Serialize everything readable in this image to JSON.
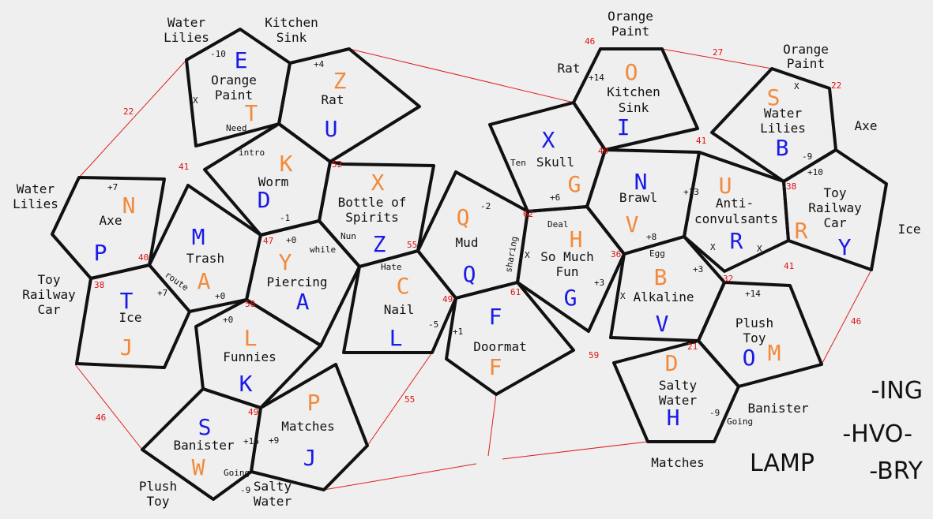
{
  "colors": {
    "blue": "#1a1ae6",
    "orange": "#f28a3c",
    "red": "#e01010",
    "ink": "#111111"
  },
  "outer_words": {
    "water_lilies_tl": [
      "Water",
      "Lilies"
    ],
    "kitchen_sink_top": [
      "Kitchen",
      "Sink"
    ],
    "water_lilies_left": [
      "Water",
      "Lilies"
    ],
    "toy_railway_car_left": [
      "Toy",
      "Railway",
      "Car"
    ],
    "plush_toy_bottom": [
      "Plush",
      "Toy"
    ],
    "salty_water_bottom": [
      "Salty",
      "Water"
    ],
    "orange_paint_top": [
      "Orange",
      "Paint"
    ],
    "orange_paint_right": [
      "Orange",
      "Paint"
    ],
    "rat_outer": "Rat",
    "axe_outer": "Axe",
    "ice_outer": "Ice",
    "banister_outer": "Banister",
    "matches_outer": "Matches"
  },
  "tiles": {
    "t1": {
      "words": [
        "Orange",
        "Paint"
      ],
      "blue": "E",
      "orange": "T"
    },
    "t2": {
      "words": [
        "Rat"
      ],
      "blue": "U",
      "orange": "Z"
    },
    "t3": {
      "words": [
        "Worm"
      ],
      "blue": "D",
      "orange": "K"
    },
    "t4": {
      "words": [
        "Axe"
      ],
      "blue": "P",
      "orange": "N"
    },
    "t5": {
      "words": [
        "Trash"
      ],
      "blue": "M",
      "orange": "A"
    },
    "t6": {
      "words": [
        "Ice"
      ],
      "blue": "T",
      "orange": "J"
    },
    "t7": {
      "words": [
        "Piercing"
      ],
      "blue": "A",
      "orange": "Y"
    },
    "t8": {
      "words": [
        "Bottle of",
        "Spirits"
      ],
      "blue": "Z",
      "orange": "X"
    },
    "t9": {
      "words": [
        "Nail"
      ],
      "blue": "L",
      "orange": "C"
    },
    "t10": {
      "words": [
        "Funnies"
      ],
      "blue": "K",
      "orange": "L"
    },
    "t11": {
      "words": [
        "Banister"
      ],
      "blue": "S",
      "orange": "W"
    },
    "t12": {
      "words": [
        "Matches"
      ],
      "blue": "J",
      "orange": "P"
    },
    "t13": {
      "words": [
        "Mud"
      ],
      "blue": "Q",
      "orange": "Q"
    },
    "t14": {
      "words": [
        "Doormat"
      ],
      "blue": "F",
      "orange": "F"
    },
    "t15": {
      "words": [
        "Skull"
      ],
      "blue": "X",
      "orange": "G"
    },
    "t16": {
      "words": [
        "Kitchen",
        "Sink"
      ],
      "blue": "I",
      "orange": "O"
    },
    "t17": {
      "words": [
        "So Much",
        "Fun"
      ],
      "blue": "G",
      "orange": "H"
    },
    "t18": {
      "words": [
        "Brawl"
      ],
      "blue": "N",
      "orange": "V"
    },
    "t19": {
      "words": [
        "Anti-",
        "convulsants"
      ],
      "blue": "R",
      "orange": "U"
    },
    "t20": {
      "words": [
        "Water",
        "Lilies"
      ],
      "blue": "B",
      "orange": "S"
    },
    "t21": {
      "words": [
        "Toy",
        "Railway",
        "Car"
      ],
      "blue": "Y",
      "orange": "R"
    },
    "t22": {
      "words": [
        "Alkaline"
      ],
      "blue": "V",
      "orange": "B"
    },
    "t23": {
      "words": [
        "Plush",
        "Toy"
      ],
      "blue": "O",
      "orange": "M"
    },
    "t24": {
      "words": [
        "Salty",
        "Water"
      ],
      "blue": "H",
      "orange": "D"
    }
  },
  "edge_tags": {
    "minus10": "-10",
    "x_t1": "X",
    "need": "Need",
    "plus4": "+4",
    "intro": "intro",
    "minus1": "-1",
    "plus0_a": "+0",
    "nun": "Nun",
    "while": "while",
    "hate": "Hate",
    "plus7_a": "+7",
    "plus7_b": "+7",
    "route": "route",
    "plus0_b": "+0",
    "plus0_c": "+0",
    "plus16": "+16",
    "plus9": "+9",
    "going_a": "Going",
    "minus9_a": "-9",
    "minus2": "-2",
    "sharing": "sharing",
    "x_mud": "X",
    "minus5": "-5",
    "plus1": "+1",
    "ten": "Ten",
    "plus6": "+6",
    "plus14_a": "+14",
    "deal": "Deal",
    "plus3_a": "+3",
    "x_brawl": "X",
    "plus13": "+13",
    "plus8": "+8",
    "egg": "Egg",
    "x_anti1": "X",
    "x_anti2": "X",
    "x_water": "X",
    "minus9_b": "-9",
    "plus10": "+10",
    "plus3_b": "+3",
    "x_alk": "X",
    "plus14_b": "+14",
    "minus9_c": "-9",
    "going_b": "Going"
  },
  "red_numbers": {
    "n22": "22",
    "n41a": "41",
    "n52": "52",
    "n40a": "40",
    "n38a": "38",
    "n47": "47",
    "n58": "58",
    "n55a": "55",
    "n49a": "49",
    "n46a": "46",
    "n55b": "55",
    "n62": "62",
    "n49b": "49",
    "n61": "61",
    "n46b": "46",
    "n27": "27",
    "n22b": "22",
    "n40b": "40",
    "n41b": "41",
    "n38b": "38",
    "n36": "36",
    "n41c": "41",
    "n32": "32",
    "n46c": "46",
    "n21": "21",
    "n59": "59"
  },
  "side_text": {
    "ing": "-ING",
    "hvo": "-HVO-",
    "bry": "-BRY",
    "lamp": "LAMP"
  }
}
